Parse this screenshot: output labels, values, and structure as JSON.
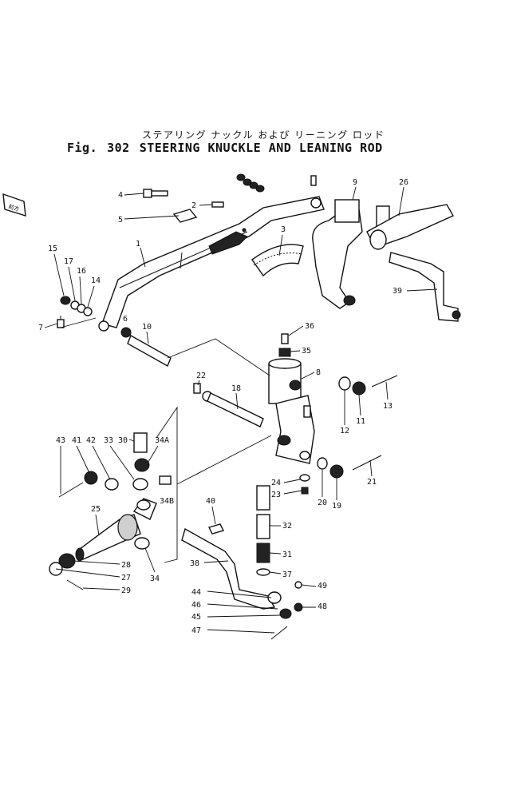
{
  "header": {
    "title_jp": "ステアリング ナックル および リーニング ロッド",
    "fig_prefix": "Fig.",
    "fig_number": "302",
    "title_en": "STEERING KNUCKLE AND LEANING ROD"
  },
  "corner_tag": "前方",
  "callouts": [
    "1",
    "2",
    "3",
    "4",
    "5",
    "6",
    "7",
    "8",
    "9",
    "10",
    "11",
    "12",
    "13",
    "14",
    "15",
    "16",
    "17",
    "18",
    "19",
    "20",
    "21",
    "22",
    "23",
    "24",
    "25",
    "26",
    "27",
    "28",
    "29",
    "30",
    "31",
    "32",
    "33",
    "34",
    "34A",
    "34B",
    "35",
    "36",
    "37",
    "38",
    "39",
    "40",
    "41",
    "42",
    "43",
    "44",
    "45",
    "46",
    "47",
    "48",
    "49"
  ]
}
